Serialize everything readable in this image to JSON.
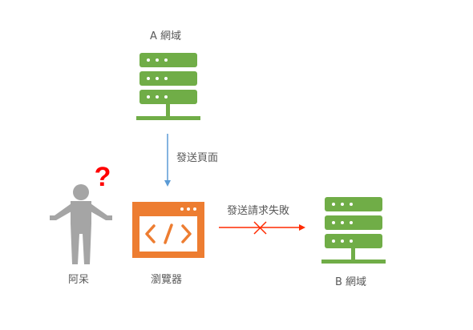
{
  "labels": {
    "server_a": "A 網域",
    "send_page": "發送頁面",
    "person": "阿呆",
    "browser": "瀏覽器",
    "request_failed": "發送請求失敗",
    "server_b": "B 網域",
    "question_mark": "?"
  },
  "colors": {
    "server": "#70ad47",
    "browser": "#ed7d31",
    "person": "#a5a5a5",
    "arrow_send": "#5b9bd5",
    "arrow_fail": "#ff2a00",
    "question": "#ff0000",
    "text": "#595959"
  },
  "icons": {
    "server_a": "server-icon",
    "server_b": "server-icon",
    "browser": "code-window-icon",
    "person": "confused-person-icon",
    "fail_mark": "x-mark-icon"
  }
}
